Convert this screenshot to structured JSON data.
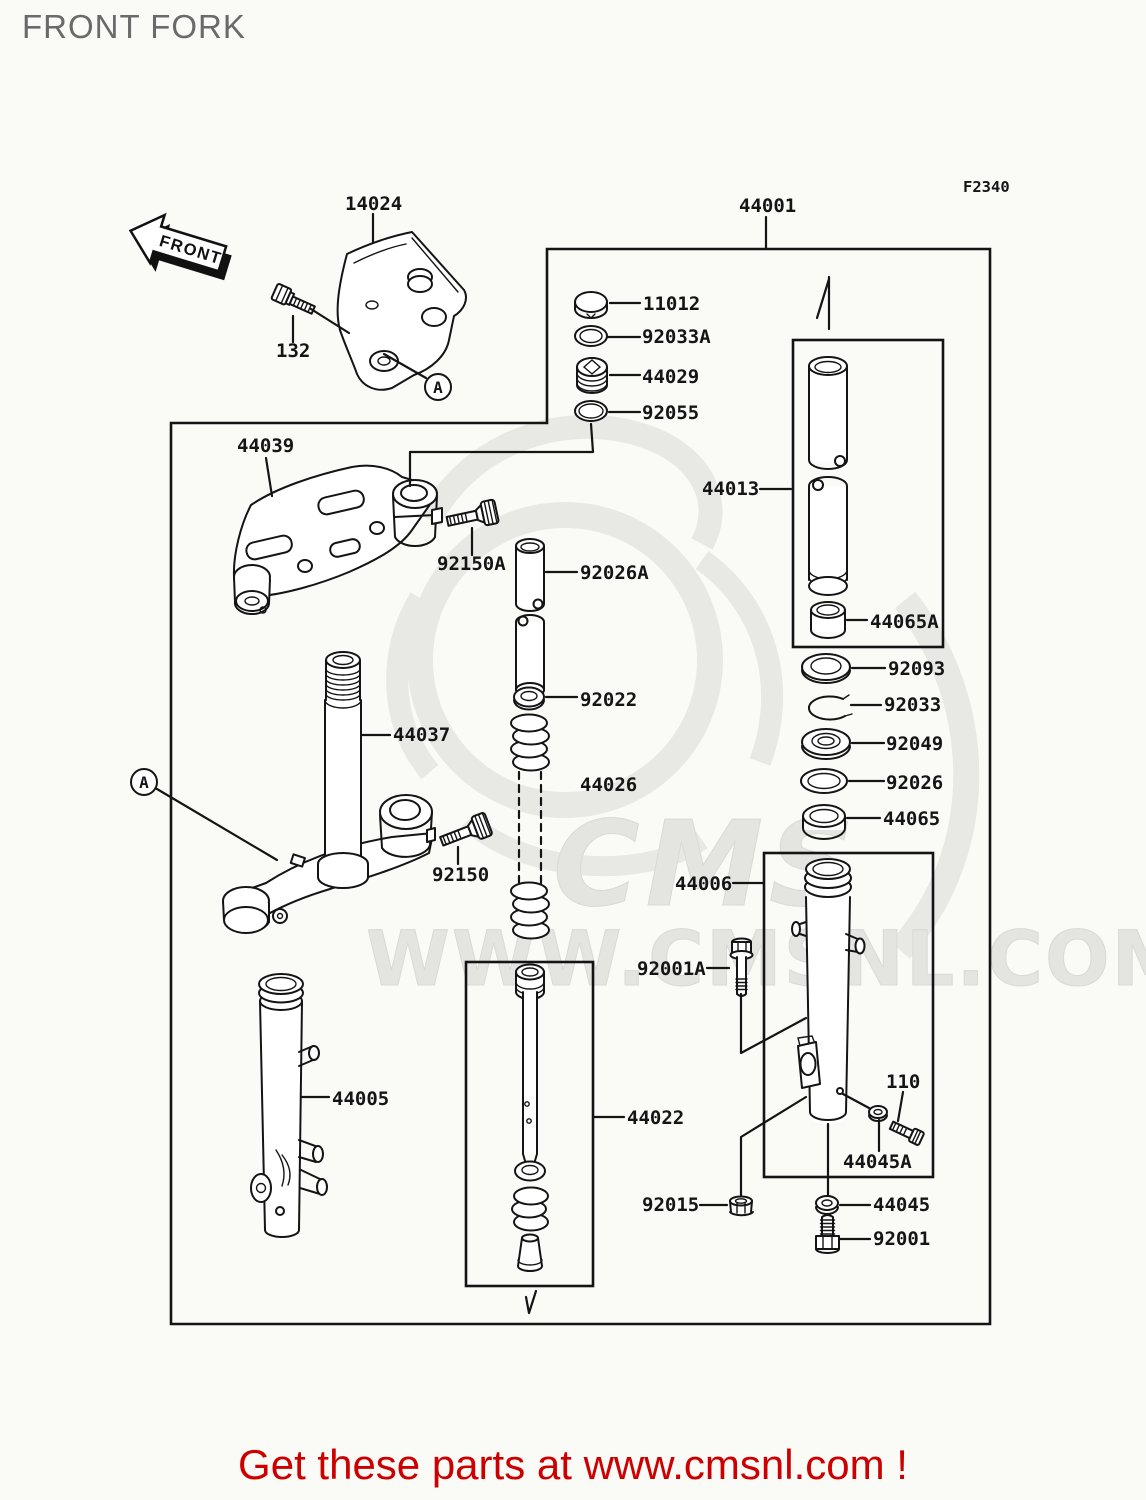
{
  "header": {
    "title": "FRONT FORK"
  },
  "diagram": {
    "code": "F2340",
    "front_arrow_label": "FRONT",
    "callout_a": "A",
    "watermark": {
      "brand": "CMS",
      "url": "WWW.CMSNL.COM"
    },
    "part_numbers": {
      "p14024": "14024",
      "p132": "132",
      "p44001": "44001",
      "p11012": "11012",
      "p92033a": "92033A",
      "p44029": "44029",
      "p92055": "92055",
      "p44039": "44039",
      "p92150a": "92150A",
      "p92026a": "92026A",
      "p44013": "44013",
      "p44065a": "44065A",
      "p92093": "92093",
      "p92033": "92033",
      "p92049": "92049",
      "p92026": "92026",
      "p44065": "44065",
      "p92022": "92022",
      "p44037": "44037",
      "p44026": "44026",
      "p92150": "92150",
      "p44006": "44006",
      "p92001a": "92001A",
      "p44005": "44005",
      "p44022": "44022",
      "p110": "110",
      "p44045a": "44045A",
      "p92015": "92015",
      "p44045": "44045",
      "p92001": "92001"
    }
  },
  "footer": {
    "text": "Get these parts at www.cmsnl.com !",
    "accent_color": "#cc0000"
  }
}
